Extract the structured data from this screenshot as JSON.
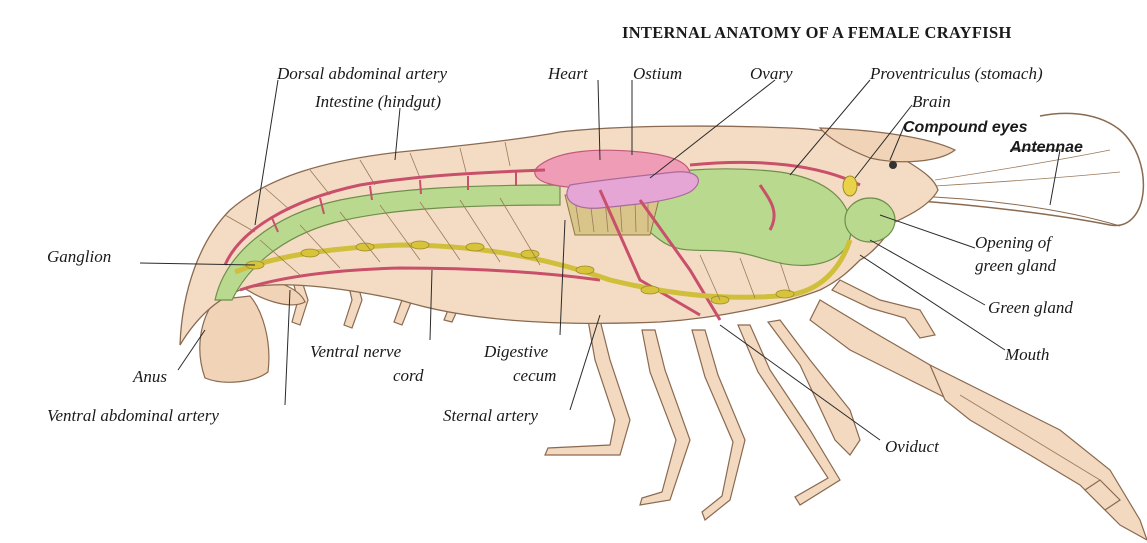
{
  "title": "INTERNAL ANATOMY OF A FEMALE CRAYFISH",
  "labels": {
    "dorsal_abdominal_artery": "Dorsal abdominal artery",
    "heart": "Heart",
    "ostium": "Ostium",
    "ovary": "Ovary",
    "proventriculus": "Proventriculus (stomach)",
    "intestine": "Intestine (hindgut)",
    "brain": "Brain",
    "compound_eyes": "Compound eyes",
    "antennae": "Antennae",
    "ganglion": "Ganglion",
    "opening_green_gland_1": "Opening of",
    "opening_green_gland_2": "green gland",
    "green_gland": "Green gland",
    "mouth": "Mouth",
    "anus": "Anus",
    "ventral_nerve_cord_1": "Ventral nerve",
    "ventral_nerve_cord_2": "cord",
    "digestive_cecum_1": "Digestive",
    "digestive_cecum_2": "cecum",
    "ventral_abdominal_artery": "Ventral abdominal artery",
    "sternal_artery": "Sternal artery",
    "oviduct": "Oviduct"
  },
  "colors": {
    "shell": "#f4dcc4",
    "gut": "#b9d98f",
    "artery": "#c8506a",
    "heart": "#ef9db6",
    "ovary": "#e5a6d6",
    "nerve_cord": "#cfbf3a"
  }
}
